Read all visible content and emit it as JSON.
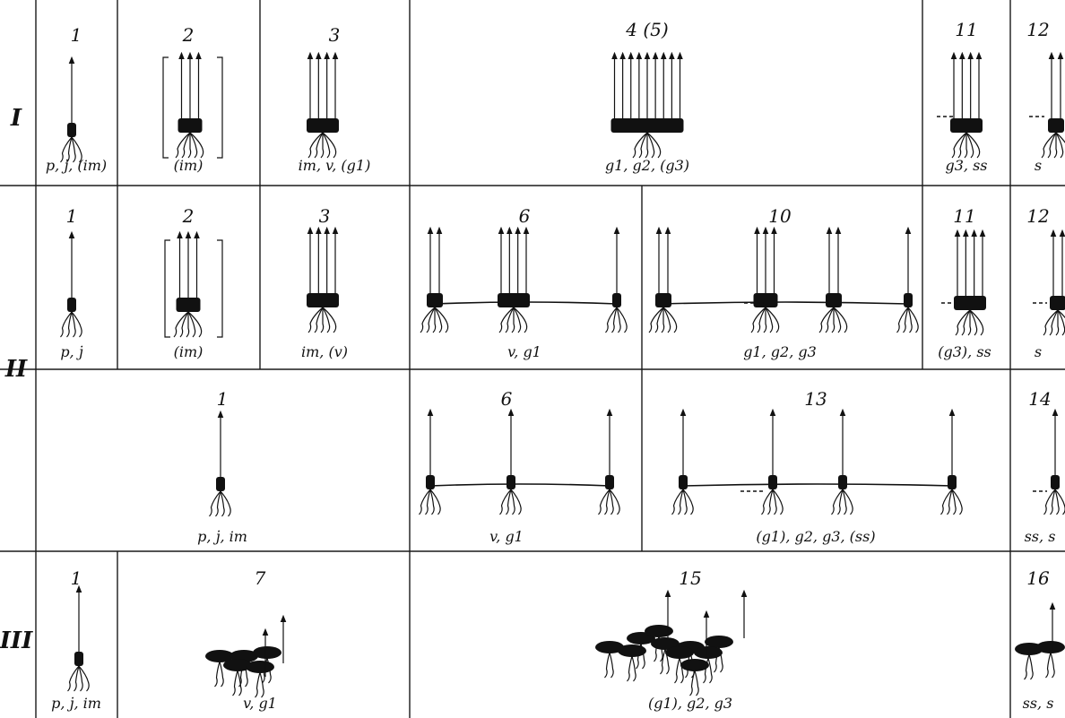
{
  "rows": [
    {
      "id": "I",
      "label": "I"
    },
    {
      "id": "II",
      "label": "II"
    },
    {
      "id": "III",
      "label": "III"
    }
  ],
  "cells": [
    {
      "row": "I",
      "number": "1",
      "caption": "p, j̇, (im)"
    },
    {
      "row": "I",
      "number": "2",
      "caption": "(im)"
    },
    {
      "row": "I",
      "number": "3",
      "caption": "im, v, (g1)"
    },
    {
      "row": "I",
      "number": "4 (5)",
      "caption": "g1, g2, (g3)"
    },
    {
      "row": "I",
      "number": "11",
      "caption": "g3, ss"
    },
    {
      "row": "I",
      "number": "12",
      "caption": "s"
    },
    {
      "row": "II-a",
      "number": "1",
      "caption": "p, j̇"
    },
    {
      "row": "II-a",
      "number": "2",
      "caption": "(im)"
    },
    {
      "row": "II-a",
      "number": "3",
      "caption": "im, (v)"
    },
    {
      "row": "II-a",
      "number": "6",
      "caption": "v, g1"
    },
    {
      "row": "II-a",
      "number": "10",
      "caption": "g1, g2, g3"
    },
    {
      "row": "II-a",
      "number": "11",
      "caption": "(g3), ss"
    },
    {
      "row": "II-a",
      "number": "12",
      "caption": "s"
    },
    {
      "row": "II-b",
      "number": "1",
      "caption": "p, j̇, im"
    },
    {
      "row": "II-b",
      "number": "6",
      "caption": "v, g1"
    },
    {
      "row": "II-b",
      "number": "13",
      "caption": "(g1), g2, g3, (ss)"
    },
    {
      "row": "II-b",
      "number": "14",
      "caption": "ss, s"
    },
    {
      "row": "III",
      "number": "1",
      "caption": "p, j̇, im"
    },
    {
      "row": "III",
      "number": "7",
      "caption": "v, g1"
    },
    {
      "row": "III",
      "number": "15",
      "caption": "(g1), g2, g3"
    },
    {
      "row": "III",
      "number": "16",
      "caption": "ss, s"
    }
  ],
  "colors": {
    "ink": "#111111",
    "paper": "#ffffff"
  }
}
